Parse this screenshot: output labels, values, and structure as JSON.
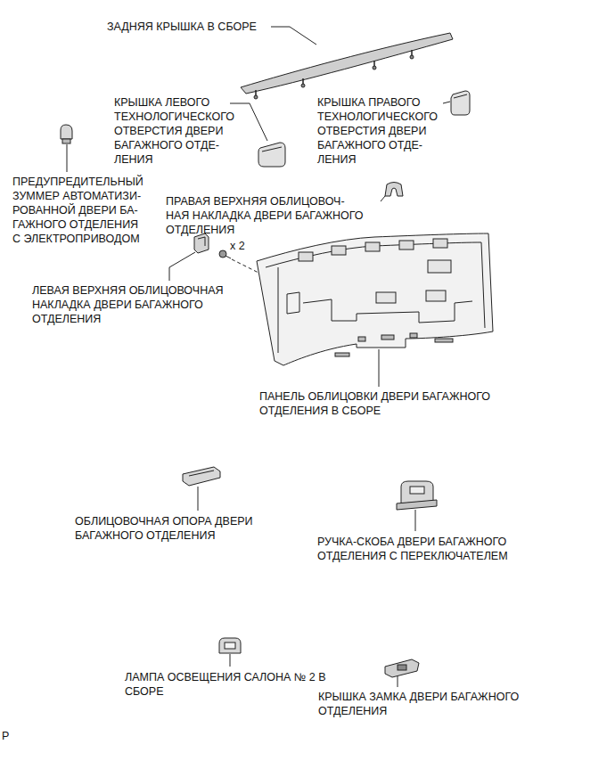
{
  "diagram": {
    "labels": [
      "ЗАДНЯЯ КРЫШКА В СБОРЕ",
      "КРЫШКА ЛЕВОГО ТЕХНОЛОГИЧЕСКОГО ОТВЕРСТИЯ ДВЕРИ БАГАЖНОГО ОТДЕ- ЛЕНИЯ",
      "КРЫШКА ПРАВОГО ТЕХНОЛОГИЧЕСКОГО ОТВЕРСТИЯ ДВЕРИ БАГАЖНОГО ОТДЕ- ЛЕНИЯ",
      "ПРЕДУПРЕДИТЕЛЬНЫЙ ЗУММЕР АВТОМАТИЗИ- РОВАННОЙ ДВЕРИ БА- ГАЖНОГО ОТДЕЛЕНИЯ С ЭЛЕКТРОПРИВОДОМ",
      "ПРАВАЯ ВЕРХНЯЯ ОБЛИЦОВОЧ- НАЯ НАКЛАДКА ДВЕРИ БАГАЖНОГО ОТДЕЛЕНИЯ",
      "x 2",
      "ЛЕВАЯ ВЕРХНЯЯ ОБЛИЦОВОЧНАЯ НАКЛАДКА ДВЕРИ БАГАЖНОГО ОТДЕЛЕНИЯ",
      "ПАНЕЛЬ ОБЛИЦОВКИ ДВЕРИ БАГАЖНОГО ОТДЕЛЕНИЯ В СБОРЕ",
      "ОБЛИЦОВОЧНАЯ ОПОРА ДВЕРИ БАГАЖНОГО ОТДЕЛЕНИЯ",
      "РУЧКА-СКОБА ДВЕРИ БАГАЖНОГО ОТДЕЛЕНИЯ С ПЕРЕКЛЮЧАТЕЛЕМ",
      "ЛАМПА ОСВЕЩЕНИЯ САЛОНА № 2 В СБОРЕ",
      "КРЫШКА ЗАМКА ДВЕРИ БАГАЖНОГО ОТДЕЛЕНИЯ",
      "P"
    ]
  }
}
